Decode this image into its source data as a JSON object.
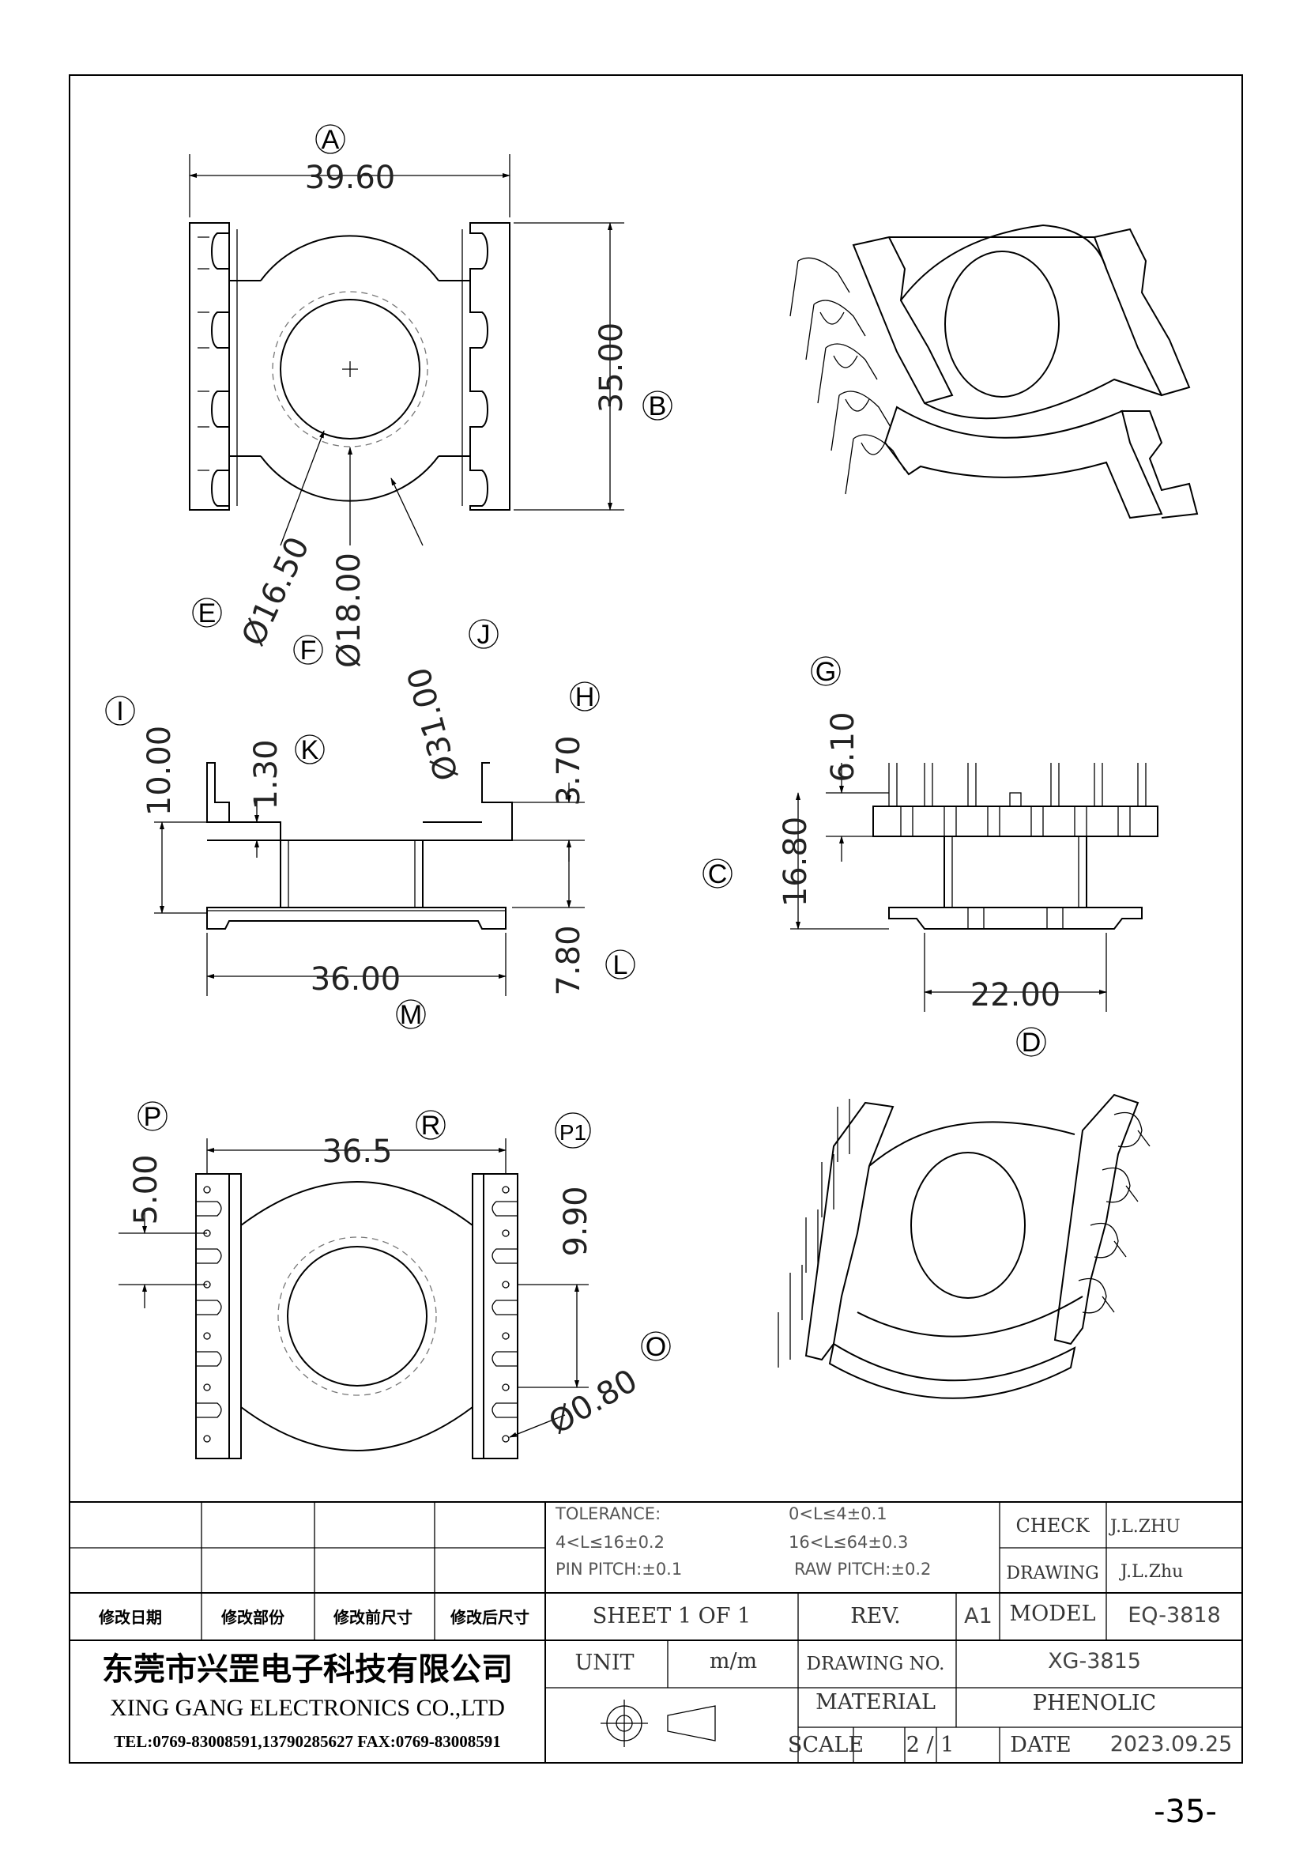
{
  "page_number": "-35-",
  "top_view": {
    "labels": [
      "A",
      "B",
      "E",
      "F",
      "J"
    ],
    "dims": {
      "width": "39.60",
      "height": "35.00",
      "d_inner": "Ø16.50",
      "d_mid": "Ø18.00",
      "d_outer": "Ø31.00"
    }
  },
  "side_view": {
    "labels": [
      "I",
      "K",
      "H",
      "L",
      "M"
    ],
    "dims": {
      "total_h": "10.00",
      "wall": "1.30",
      "pin_h": "3.70",
      "lower_h": "7.80",
      "base_w": "36.00"
    }
  },
  "end_view": {
    "labels": [
      "G",
      "C",
      "D"
    ],
    "dims": {
      "pin_len": "6.10",
      "total_h": "16.80",
      "base_w": "22.00"
    }
  },
  "bottom_view": {
    "labels": [
      "P",
      "R",
      "P1",
      "O"
    ],
    "dims": {
      "pitch": "5.00",
      "row_span": "36.5",
      "p1_pitch": "9.90",
      "pin_d": "Ø0.80"
    }
  },
  "title_block": {
    "tolerance_label": "TOLERANCE:",
    "tol_1": "0<L≤4±0.1",
    "tol_2": "4<L≤16±0.2",
    "tol_3": "16<L≤64±0.3",
    "pin_pitch": "PIN PITCH:±0.1",
    "raw_pitch": "RAW PITCH:±0.2",
    "check_label": "CHECK",
    "check_value": "J.L.ZHU",
    "drawing_label": "DRAWING",
    "drawing_value": "J.L.Zhu",
    "rev_date_hdr": "修改日期",
    "rev_part_hdr": "修改部份",
    "rev_before_hdr": "修改前尺寸",
    "rev_after_hdr": "修改后尺寸",
    "sheet": "SHEET  1  OF  1",
    "rev_label": "REV.",
    "rev_value": "A1",
    "model_label": "MODEL",
    "model_value": "EQ-3818",
    "company_cn": "东莞市兴罡电子科技有限公司",
    "company_en": "XING GANG  ELECTRONICS CO.,LTD",
    "contact": "TEL:0769-83008591,13790285627 FAX:0769-83008591",
    "unit_label": "UNIT",
    "unit_value": "m/m",
    "drawing_no_label": "DRAWING  NO.",
    "drawing_no_value": "XG-3815",
    "material_label": "MATERIAL",
    "material_value": "PHENOLIC",
    "scale_label": "SCALE",
    "scale_value": "2  /  1",
    "date_label": "DATE",
    "date_value": "2023.09.25"
  }
}
